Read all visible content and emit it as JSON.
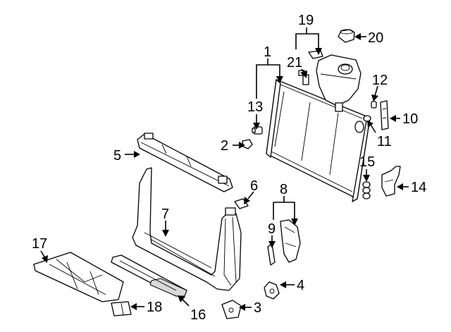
{
  "callouts": [
    {
      "id": "1",
      "label": "1"
    },
    {
      "id": "2",
      "label": "2"
    },
    {
      "id": "3",
      "label": "3"
    },
    {
      "id": "4",
      "label": "4"
    },
    {
      "id": "5",
      "label": "5"
    },
    {
      "id": "6",
      "label": "6"
    },
    {
      "id": "7",
      "label": "7"
    },
    {
      "id": "8",
      "label": "8"
    },
    {
      "id": "9",
      "label": "9"
    },
    {
      "id": "10",
      "label": "10"
    },
    {
      "id": "11",
      "label": "11"
    },
    {
      "id": "12",
      "label": "12"
    },
    {
      "id": "13",
      "label": "13"
    },
    {
      "id": "14",
      "label": "14"
    },
    {
      "id": "15",
      "label": "15"
    },
    {
      "id": "16",
      "label": "16"
    },
    {
      "id": "17",
      "label": "17"
    },
    {
      "id": "18",
      "label": "18"
    },
    {
      "id": "19",
      "label": "19"
    },
    {
      "id": "20",
      "label": "20"
    },
    {
      "id": "21",
      "label": "21"
    }
  ],
  "colors": {
    "line": "#000000",
    "background": "#ffffff"
  }
}
